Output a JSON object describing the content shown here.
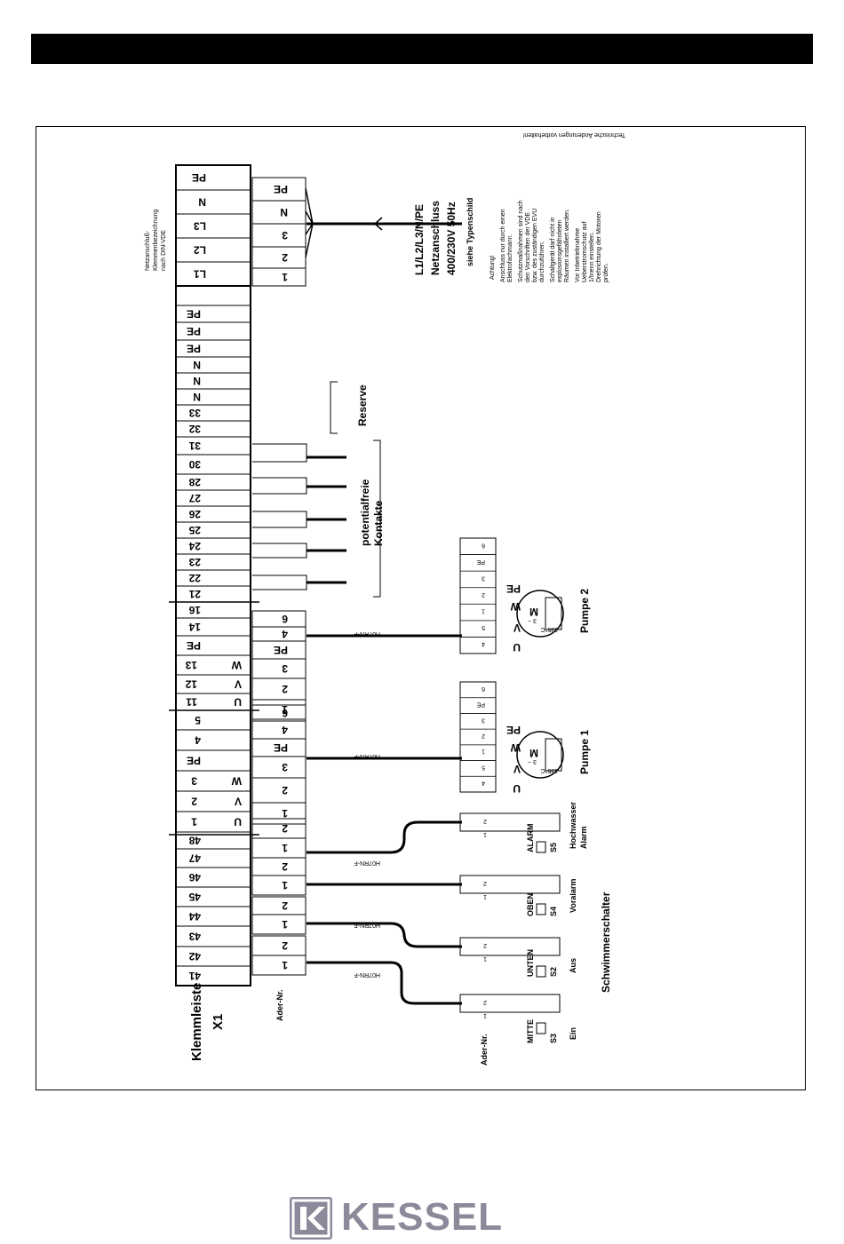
{
  "terminal_strip": {
    "title": "Klemmleiste",
    "id": "X1",
    "terminals": [
      "41",
      "42",
      "43",
      "44",
      "45",
      "46",
      "47",
      "48",
      "U 1",
      "V 2",
      "W 3",
      "PE",
      "4",
      "5",
      "U 11",
      "V 12",
      "W 13",
      "PE",
      "14",
      "16",
      "21",
      "22",
      "23",
      "24",
      "25",
      "26",
      "27",
      "28",
      "30",
      "31",
      "32",
      "33",
      "N",
      "N",
      "N",
      "PE",
      "PE",
      "PE"
    ],
    "mains_terminals": [
      "L1",
      "L2",
      "L3",
      "N",
      "PE"
    ]
  },
  "wire_numbers": {
    "label": "Ader-Nr.",
    "float_switches": [
      "1",
      "2",
      "1",
      "2",
      "1",
      "2",
      "1",
      "2"
    ],
    "pump1": [
      "1",
      "2",
      "3",
      "PE",
      "4",
      "6"
    ],
    "pump2": [
      "1",
      "2",
      "3",
      "PE",
      "4",
      "6"
    ],
    "mains": [
      "1",
      "2",
      "3",
      "N",
      "PE"
    ]
  },
  "mains": {
    "header": "Netzanschluß-\nKlemmenbezeichnung\nnach DIN-VDE",
    "text": "L1/L2/L3/N/PE",
    "title": "Netzanschluss",
    "voltage": "400/230V 50Hz",
    "note": "siehe Typenschild"
  },
  "notes": {
    "heading": "Achtung!",
    "lines": [
      "Anschluss nur durch einen Elektrofachmann.",
      "Schutzmaßnahmen sind nach den Vorschriften der VDE bzw. des zuständigen EVU durchzuführen.",
      "Schaltgerät darf nicht in explosionsgefährdeten Räumen installiert werden.",
      "Vor Inbetriebnahme Ueberstromschutz auf 1/Inenn einstellen. Drehrichtung der Motoren prüfen."
    ],
    "footer": "Technische Änderungen vorbehalten!"
  },
  "groups": {
    "reserve": "Reserve",
    "potential_free": "potentialfreie\nKontakte",
    "float_switch": "Schwimmerschalter"
  },
  "cable_type": "H07RN-F",
  "pumps": [
    {
      "name": "Pumpe 1",
      "phases": [
        "U",
        "V",
        "W",
        "PE"
      ],
      "motor": "M",
      "motor_sub": "3 ~",
      "thermal": "135°C",
      "terminals": [
        "4",
        "5",
        "1",
        "2",
        "3",
        "PE",
        "6"
      ]
    },
    {
      "name": "Pumpe 2",
      "phases": [
        "U",
        "V",
        "W",
        "PE"
      ],
      "motor": "M",
      "motor_sub": "3 ~",
      "thermal": "135°C",
      "terminals": [
        "4",
        "5",
        "1",
        "2",
        "3",
        "PE",
        "6"
      ]
    }
  ],
  "switches": [
    {
      "id": "S3",
      "position": "MITTE",
      "function": "Ein"
    },
    {
      "id": "S2",
      "position": "UNTEN",
      "function": "Aus"
    },
    {
      "id": "S4",
      "position": "OBEN",
      "function": "Voralarm"
    },
    {
      "id": "S5",
      "position": "ALARM",
      "function": "Hochwasser\nAlarm"
    }
  ],
  "brand": {
    "name": "KESSEL"
  }
}
